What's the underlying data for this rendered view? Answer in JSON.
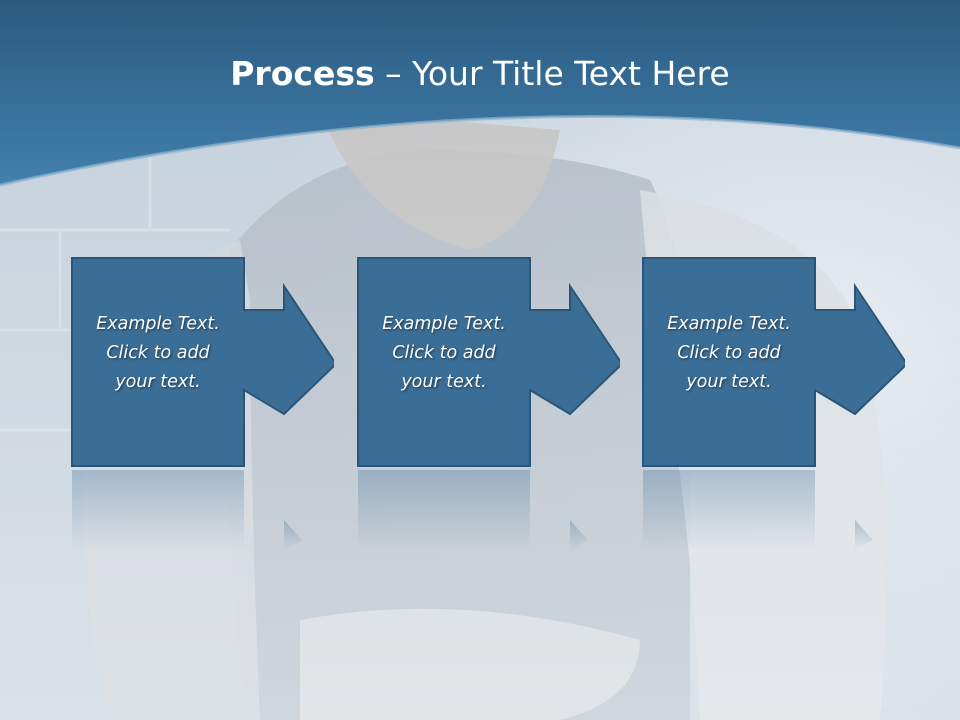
{
  "slide": {
    "title_bold": "Process",
    "title_rest": " – Your Title Text Here",
    "steps": [
      {
        "text": "Example Text.\nClick  to add\nyour text."
      },
      {
        "text": "Example Text.\nClick  to add\nyour text."
      },
      {
        "text": "Example Text.\nClick  to add\nyour text."
      }
    ]
  },
  "colors": {
    "header_top": "#2f5f86",
    "header_bottom": "#3d7aa6",
    "box_fill": "#3b6e96",
    "box_stroke": "#2b5577",
    "background": "#c9d3dc"
  }
}
